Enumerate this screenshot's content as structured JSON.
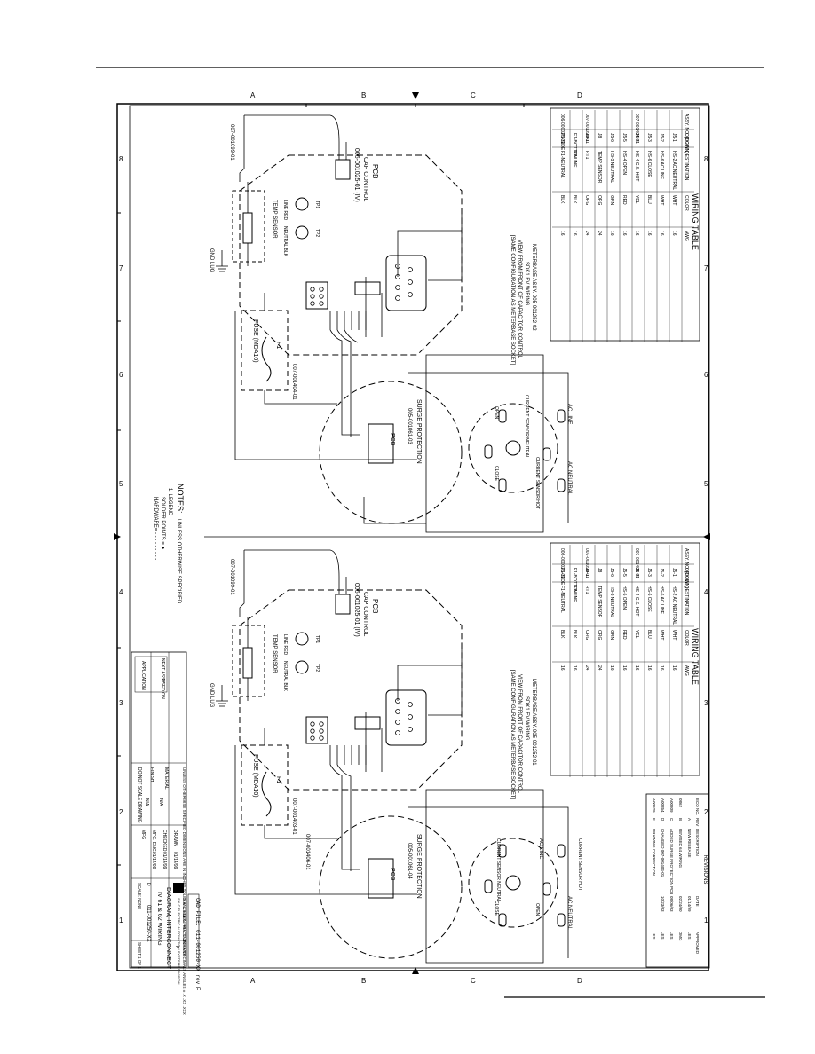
{
  "zones": {
    "rows": [
      "A",
      "B",
      "C",
      "D"
    ],
    "cols": [
      "8",
      "7",
      "6",
      "5",
      "4",
      "3",
      "2",
      "1"
    ]
  },
  "panel_top": {
    "title": "WIRING TABLE",
    "headers": [
      "ASSY. NO. (DOWN)",
      "ORIGIN",
      "DESTINATION",
      "COLOR",
      "AWG"
    ],
    "rows": [
      [
        "",
        "J5-1",
        "HS-2 AC NEUTRAL",
        "WHT",
        "16"
      ],
      [
        "",
        "J5-2",
        "HS-6 AC LINE",
        "WHT",
        "16"
      ],
      [
        "",
        "J5-3",
        "HS-6 CLOSE",
        "BLU",
        "16"
      ],
      [
        "007-001404-01",
        "J5-4",
        "HS-4 C.S. HOT",
        "YEL",
        "16"
      ],
      [
        "",
        "J5-5",
        "HS-4 OPEN",
        "RED",
        "16"
      ],
      [
        "",
        "J5-6",
        "HS-3 NEUTRAL",
        "GRN",
        "16"
      ],
      [
        "",
        "J8",
        "TEMP SENSOR",
        "ORG",
        "24"
      ],
      [
        "007-001099-01",
        "J8-1",
        "RT1",
        "ORG",
        "24"
      ],
      [
        "",
        "F1-BOTTOM",
        "F1-LINE",
        "BLK",
        "16"
      ],
      [
        "006-000025-01",
        "F1-SIDE",
        "F1-NEUTRAL",
        "BLK",
        "16"
      ]
    ],
    "meter_note": [
      "METERBASE ASSY. 005-001252-02",
      "SDK1 EV WIRING",
      "VIEW FROM FRONT OF CAPACITOR CONTROL",
      "[SAME CONFIGURATION AS METERBASE SOCKET]"
    ],
    "pcb_label": "PCB",
    "pcb_name": "CAP CONTROL",
    "pcb_part": "006-001025-01 (IV)",
    "surge_title": "SURGE PROTECTION",
    "surge_part1": "PCB",
    "surge_part2": "005-001061-03",
    "cable1": "007-001404-01",
    "cable2": "007-001099-01",
    "temp": "TEMP SENSOR",
    "fuse": "FUSE (MDA10)",
    "f1": "F1",
    "tp1": "TP1",
    "tp2": "TP2",
    "line_red": "LINE RED",
    "neutral_blk": "NEUTRAL BLK",
    "gnd_lug": "GND LUG",
    "term": [
      "AC LINE",
      "AC NEUTRAL",
      "CURRENT SENSOR NEUTRAL",
      "CURRENT SENSOR HOT",
      "OPEN",
      "CLOSE"
    ]
  },
  "panel_bottom": {
    "title": "WIRING TABLE",
    "headers": [
      "ASSY. NO. (DOWN)",
      "ORIGIN",
      "DESTINATION",
      "COLOR",
      "AWG"
    ],
    "rows": [
      [
        "",
        "J5-1",
        "HS-2 AC NEUTRAL",
        "WHT",
        "16"
      ],
      [
        "",
        "J5-2",
        "HS-6 AC LINE",
        "WHT",
        "16"
      ],
      [
        "",
        "J5-3",
        "HS-6 CLOSE",
        "BLU",
        "16"
      ],
      [
        "007-001403-01",
        "J5-4",
        "HS-4 C.S. HOT",
        "YEL",
        "16"
      ],
      [
        "",
        "J5-5",
        "HS-5 OPEN",
        "RED",
        "16"
      ],
      [
        "",
        "J5-6",
        "HS-3 NEUTRAL",
        "GRN",
        "16"
      ],
      [
        "",
        "J8",
        "TEMP SENSOR",
        "ORG",
        "24"
      ],
      [
        "007-001099-01",
        "J8-1",
        "RT1",
        "ORG",
        "24"
      ],
      [
        "",
        "F1-BOTTOM",
        "F1-LINE",
        "BLK",
        "16"
      ],
      [
        "006-000025-01",
        "F1-SIDE",
        "F1-NEUTRAL",
        "BLK",
        "16"
      ]
    ],
    "meter_note": [
      "METERBASE ASSY. 005-001252-01",
      "SDK1 EV WIRING",
      "VIEW FROM FRONT OF CAPACITOR CONTROL",
      "[SAME CONFIGURATION AS METERBASE SOCKET]"
    ],
    "pcb_label": "PCB",
    "pcb_name": "CAP CONTROL",
    "pcb_part": "006-001025-01 (IV)",
    "surge_title": "SURGE PROTECTION",
    "surge_part1": "PCB",
    "surge_part2": "005-001061-04",
    "cable1": "007-001403-01",
    "cable2": "007-001099-01",
    "cable3": "007-001406-01",
    "temp": "TEMP SENSOR",
    "fuse": "FUSE (MDA10)",
    "f1": "F1",
    "tp1": "TP1",
    "tp2": "TP2",
    "line_red": "LINE RED",
    "neutral_blk": "NEUTRAL BLK",
    "gnd_lug": "GND LUG",
    "term": [
      "AC LINE",
      "AC NEUTRAL",
      "CURRENT SENSOR HOT",
      "CURRENT SENSOR NEUTRAL",
      "OPEN",
      "CLOSE"
    ]
  },
  "notes": {
    "title": "NOTES:",
    "subtitle": "UNLESS OTHERWISE SPECIFIED",
    "item1": "1. LEGEND",
    "solder": "SOLDER POINTS = ●",
    "hardware": "HARDWARE= - - - - - - - - -"
  },
  "revisions": {
    "title": "REVISIONS",
    "headers": [
      "ECO NO.",
      "REV",
      "DESCRIPTION",
      "DATE",
      "APPROVED"
    ],
    "rows": [
      [
        "",
        "A",
        "NEW RELEASE",
        "01/14/99",
        "LES"
      ],
      [
        "0862",
        "B",
        "REVISED 64 WIRING",
        "02/24/00",
        "DMG"
      ],
      [
        "A00809",
        "C",
        "ADDED SURGE PROTECTION PCB",
        "08/06/03",
        "LES"
      ],
      [
        "A00854",
        "D",
        "CHANGED 007-001404-01",
        "10/23/03",
        "LES"
      ],
      [
        "A00929",
        "F",
        "DRAWING CORRECTION",
        "",
        "LES"
      ]
    ]
  },
  "title_block": {
    "company": "S & C ELECTRIC COMPANY",
    "division": "S & C ELECTRIC AUTOMATION SYSTEMS DIVISION",
    "title1": "DIAGRAM, INTERCONNECT",
    "title2": "IV 61 & 62 WIRING",
    "dwg_no": "011-001250-XX",
    "size": "D",
    "rev": "F",
    "scale": "SCALE: NONE",
    "sheet": "SHEET 1 OF 1",
    "do_not_scale": "DO NOT SCALE DRAWING",
    "next_assy": "NEXT ASSY",
    "used_on": "USED ON",
    "application": "APPLICATION",
    "drawn": "DRAWN",
    "checked": "CHECKED",
    "mfg_eng": "MFG. ENG.",
    "mfg": "MFG",
    "dates": [
      "01/14/99",
      "01/14/99",
      "01/14/99"
    ],
    "tolerance": "UNLESS OTHERWISE SPECIFIED DIMENSIONS ARE IN INCHES TOLERANCES ON FRACTIONS ± DECIMALS ANGLES ± .X .XX .XXX",
    "material": "MATERIAL",
    "finish": "FINISH",
    "na": "N/A"
  },
  "cad_file": "CAD FILE: 011-001250-XX rev F"
}
